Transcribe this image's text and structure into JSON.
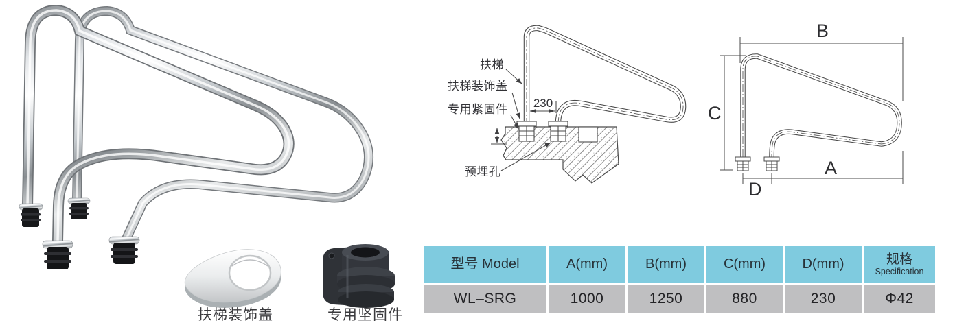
{
  "product_photo": {
    "accessories": [
      {
        "label": "扶梯装饰盖"
      },
      {
        "label": "专用坚固件"
      }
    ]
  },
  "installation_diagram": {
    "callouts": [
      {
        "label": "扶梯"
      },
      {
        "label": "扶梯装饰盖"
      },
      {
        "label": "专用紧固件"
      },
      {
        "label": "预埋孔"
      }
    ],
    "post_spacing_dimension": "230"
  },
  "dimension_diagram": {
    "dims": {
      "a": "A",
      "b": "B",
      "c": "C",
      "d": "D"
    }
  },
  "spec_table": {
    "headers": [
      {
        "label": "型号 Model",
        "sublabel": ""
      },
      {
        "label": "A(mm)",
        "sublabel": ""
      },
      {
        "label": "B(mm)",
        "sublabel": ""
      },
      {
        "label": "C(mm)",
        "sublabel": ""
      },
      {
        "label": "D(mm)",
        "sublabel": ""
      },
      {
        "label": "规格",
        "sublabel": "Specification"
      }
    ],
    "rows": [
      [
        "WL–SRG",
        "1000",
        "1250",
        "880",
        "230",
        "Φ42"
      ]
    ]
  },
  "colors": {
    "table_header_blue": "#7fcbdf",
    "table_row_gray": "#bfbfc1",
    "drawing_line": "#4a4a4a",
    "text_dark": "#2c2e33"
  }
}
